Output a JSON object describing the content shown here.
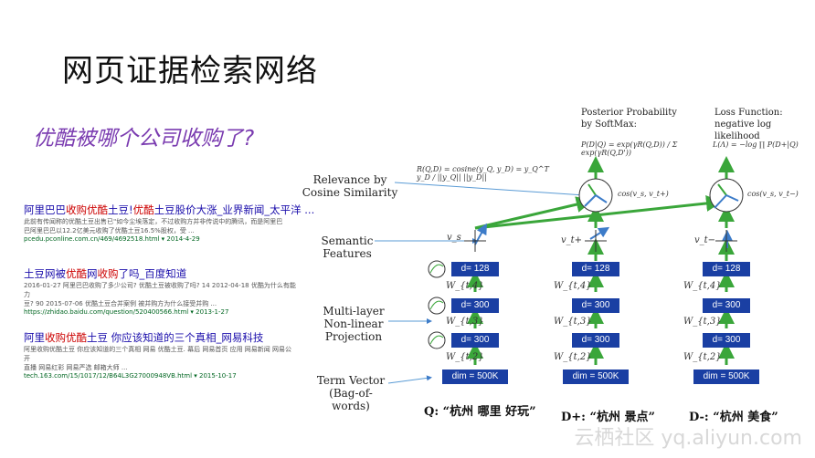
{
  "title": "网页证据检索网络",
  "question": "优酷被哪个公司收购了?",
  "results": [
    {
      "title_pre": "阿里巴巴",
      "title_hl1": "收购",
      "title_mid": "优酷",
      "title_post": "土豆!",
      "title_hl2": "优酷",
      "title_end": "土豆股价大涨_业界新闻_太平洋 ...",
      "snippet1": "此前有传闻称的优酷土豆出售已\"如今尘埃落定，不过收购方并非传说中的腾讯，而是阿里巴",
      "snippet2": "巴阿里巴巴以12.2亿美元收购了优酷土豆16.5%股权，受 ...",
      "url": "pcedu.pconline.com.cn/469/4692518.html ▾ 2014-4-29"
    },
    {
      "title_pre": "土豆网被",
      "title_hl1": "优酷",
      "title_mid": "网",
      "title_post": "",
      "title_hl2": "收购",
      "title_end": "了吗_百度知道",
      "snippet1": "2016-01-27 阿里巴巴收购了多少公司? 优酷土豆被收购了吗? 14 2012-04-18 优酷为什么有能力",
      "snippet2": "豆? 90 2015-07-06 优酷土豆合并案例 被并购方为什么接受并购 ...",
      "url": "https://zhidao.baidu.com/question/520400566.html ▾ 2013-1-27"
    },
    {
      "title_pre": "阿里",
      "title_hl1": "收购",
      "title_mid": "",
      "title_post": "",
      "title_hl2": "优酷",
      "title_end": "土豆 你应该知道的三个真相_网易科技",
      "snippet1": "阿里收购优酷土豆 你应该知道的三个真相 网易 优酷土豆. 幕后 网易首页 应用 网易新闻 网易公开",
      "snippet2": "直播 网易红彩 网易严选 邮箱大师 ...",
      "url": "tech.163.com/15/1017/12/B64L3G27000948VB.html ▾ 2015-10-17"
    }
  ],
  "diagram": {
    "relevance_label": "Relevance by Cosine Similarity",
    "semantic_label": "Semantic Features",
    "multilayer_label": "Multi-layer Non-linear Projection",
    "term_label": "Term Vector (Bag-of-words)",
    "posterior_label": "Posterior Probability by SoftMax:",
    "loss_label": "Loss Function: negative log likelihood",
    "relevance_formula": "R(Q,D) = cosine(y_Q, y_D) = y_Q^T y_D / ||y_Q|| ||y_D||",
    "posterior_formula": "P(D|Q) = exp(γR(Q,D)) / Σ exp(γR(Q,D'))",
    "loss_formula": "L(Λ) = −log ∏ P(D+|Q)",
    "cos_plus": "cos(v_s, v_t+)",
    "cos_minus": "cos(v_s, v_t−)",
    "box_128": "d= 128",
    "box_300": "d= 300",
    "box_500k": "dim = 500K",
    "w4": "W_{t,4}",
    "w3": "W_{t,3}",
    "w2": "W_{t,2}",
    "vs": "v_s",
    "vt_plus": "v_t+",
    "vt_minus": "v_t−",
    "q_label": "Q: “杭州 哪里 好玩”",
    "dplus_label": "D+: “杭州 景点”",
    "dminus_label": "D-: “杭州 美食”"
  },
  "watermark": "云栖社区 yq.aliyun.com"
}
